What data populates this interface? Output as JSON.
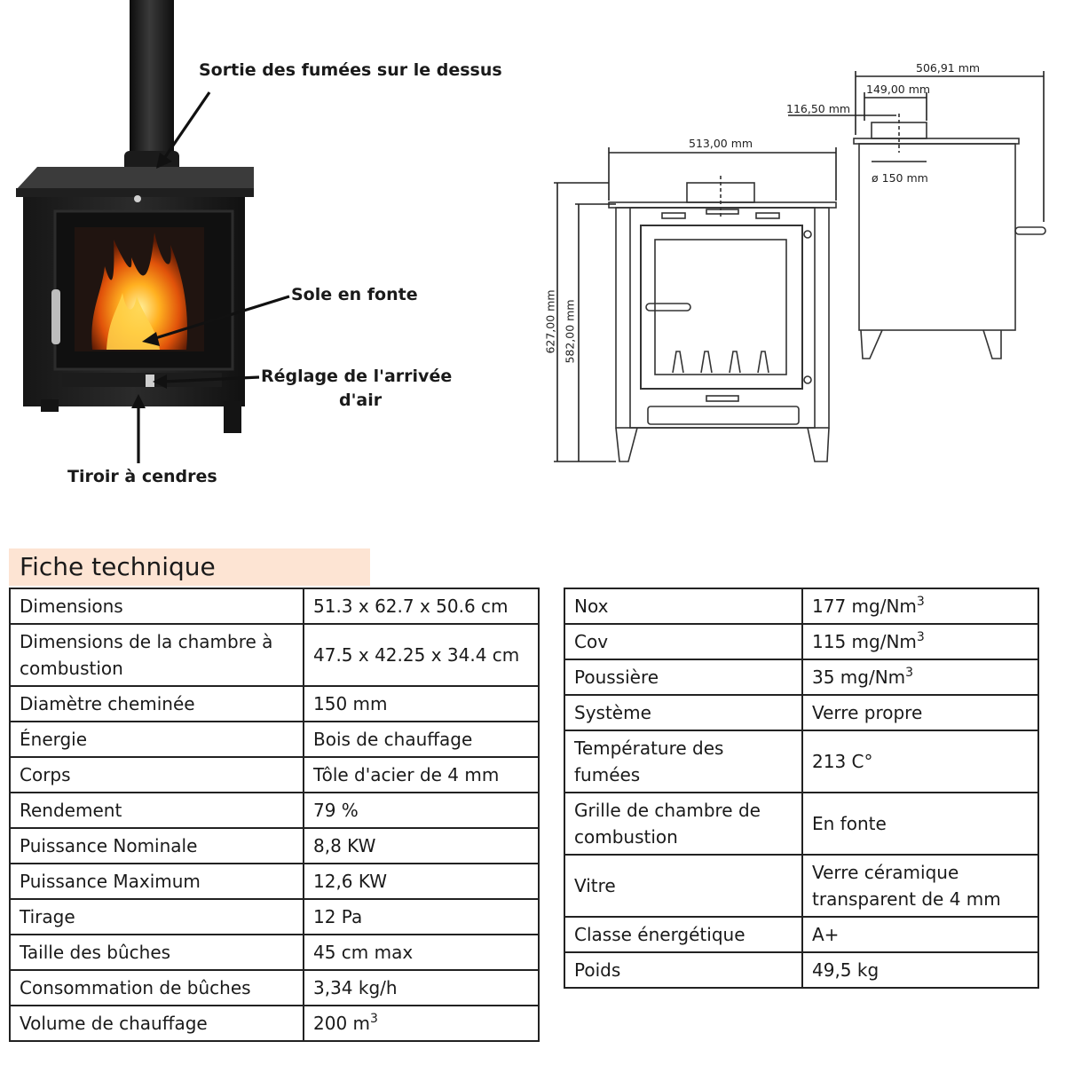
{
  "callouts": {
    "flue": "Sortie des fumées sur le dessus",
    "sole": "Sole en fonte",
    "air_line1": "Réglage de l'arrivée",
    "air_line2": "d'air",
    "ash": "Tiroir à cendres"
  },
  "dimensions": {
    "depth": "506,91 mm",
    "flue_offset": "149,00 mm",
    "side_offset": "116,50 mm",
    "width": "513,00 mm",
    "flue_diameter": "ø 150 mm",
    "total_height": "627,00 mm",
    "body_height": "582,00 mm"
  },
  "sheet_title": "Fiche technique",
  "left_table": [
    {
      "k": "Dimensions",
      "v": "51.3 x 62.7 x 50.6 cm"
    },
    {
      "k": "Dimensions de la chambre à combustion",
      "v": "47.5 x 42.25 x 34.4 cm"
    },
    {
      "k": "Diamètre cheminée",
      "v": "150 mm"
    },
    {
      "k": "Énergie",
      "v": "Bois de chauffage"
    },
    {
      "k": "Corps",
      "v": "Tôle d'acier de 4 mm"
    },
    {
      "k": "Rendement",
      "v": "79 %"
    },
    {
      "k": "Puissance Nominale",
      "v": "8,8 KW"
    },
    {
      "k": "Puissance Maximum",
      "v": "12,6 KW"
    },
    {
      "k": "Tirage",
      "v": "12 Pa"
    },
    {
      "k": "Taille des bûches",
      "v": "45 cm max"
    },
    {
      "k": "Consommation de bûches",
      "v": "3,34 kg/h"
    },
    {
      "k": "Volume de chauffage",
      "v": "200 m",
      "sup": "3"
    }
  ],
  "right_table": [
    {
      "k": "Nox",
      "v": "177 mg/Nm",
      "sup": "3"
    },
    {
      "k": "Cov",
      "v": "115 mg/Nm",
      "sup": "3"
    },
    {
      "k": "Poussière",
      "v": "35 mg/Nm",
      "sup": "3"
    },
    {
      "k": "Système",
      "v": "Verre propre"
    },
    {
      "k": "Température des fumées",
      "v": "213 C°"
    },
    {
      "k": "Grille de chambre de combustion",
      "v": "En fonte"
    },
    {
      "k": "Vitre",
      "v": "Verre céramique transparent de 4 mm"
    },
    {
      "k": "Classe énergétique",
      "v": "A+"
    },
    {
      "k": "Poids",
      "v": "49,5 kg"
    }
  ]
}
